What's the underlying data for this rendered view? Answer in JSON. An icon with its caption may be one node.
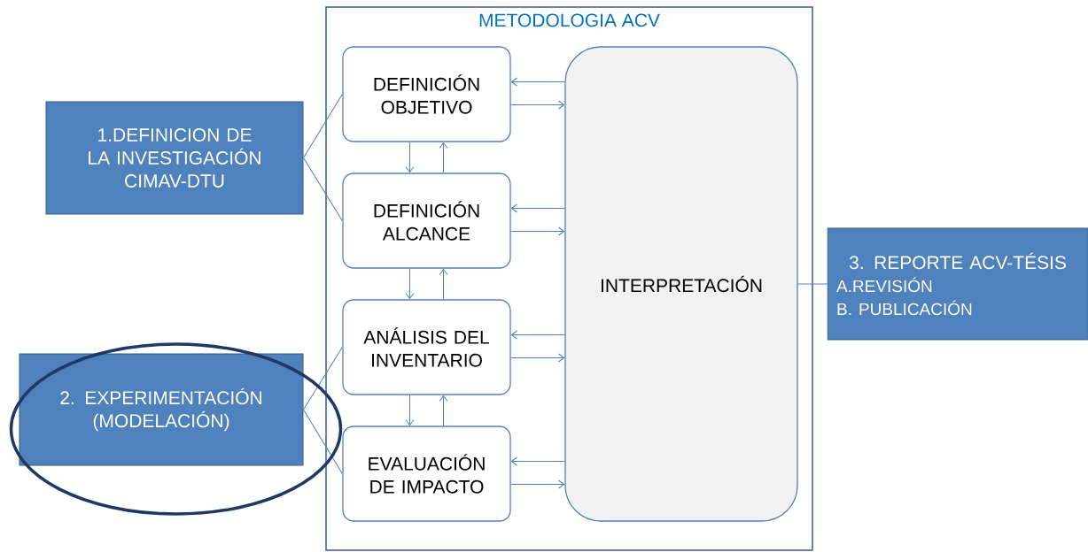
{
  "diagram": {
    "nodes": [
      {
        "text": [
          "METODOLOGIA ACV"
        ]
      },
      {
        "text": [
          "DEFINICIÓN OBJETIVO"
        ],
        "in": 0
      },
      {
        "text": [
          "DEFINICIÓN ALCANCE"
        ],
        "in": 0
      },
      {
        "text": [
          "ANÁLISIS DEL INVENTARIO"
        ],
        "in": 0
      },
      {
        "text": [
          "EVALUACIÓN DE IMPACTO"
        ],
        "in": 0
      },
      {
        "text": [
          "INTERPRETACIÓN"
        ],
        "in": 0
      },
      {
        "text": [
          "1.DEFINICION DE LA INVESTIGACIÓN CIMAV-DTU"
        ]
      },
      {
        "text": [
          "2. EXPERIMENTACIÓN (MODELACIÓN)"
        ]
      },
      {
        "text": [
          "3. REPORTE ACV-TÉSIS",
          "A.REVISIÓN",
          "B. PUBLICACIÓN"
        ]
      }
    ],
    "edges": [
      {
        "from": 6,
        "to": 1,
        "arrow": "none"
      },
      {
        "from": 6,
        "to": 2,
        "arrow": "none"
      },
      {
        "from": 7,
        "to": 3,
        "arrow": "none"
      },
      {
        "from": 7,
        "to": 4,
        "arrow": "none"
      },
      {
        "from": 5,
        "to": 1,
        "arrow": "to"
      },
      {
        "from": 1,
        "to": 5,
        "arrow": "to"
      },
      {
        "from": 5,
        "to": 2,
        "arrow": "to"
      },
      {
        "from": 2,
        "to": 5,
        "arrow": "to"
      },
      {
        "from": 5,
        "to": 3,
        "arrow": "to"
      },
      {
        "from": 3,
        "to": 5,
        "arrow": "to"
      },
      {
        "from": 5,
        "to": 4,
        "arrow": "to"
      },
      {
        "from": 4,
        "to": 5,
        "arrow": "to"
      },
      {
        "from": 1,
        "to": 2,
        "arrow": "to"
      },
      {
        "from": 2,
        "to": 1,
        "arrow": "to"
      },
      {
        "from": 2,
        "to": 3,
        "arrow": "to"
      },
      {
        "from": 3,
        "to": 2,
        "arrow": "to"
      },
      {
        "from": 3,
        "to": 4,
        "arrow": "to"
      },
      {
        "from": 4,
        "to": 3,
        "arrow": "to"
      },
      {
        "from": 5,
        "to": 8,
        "arrow": "none"
      }
    ]
  }
}
